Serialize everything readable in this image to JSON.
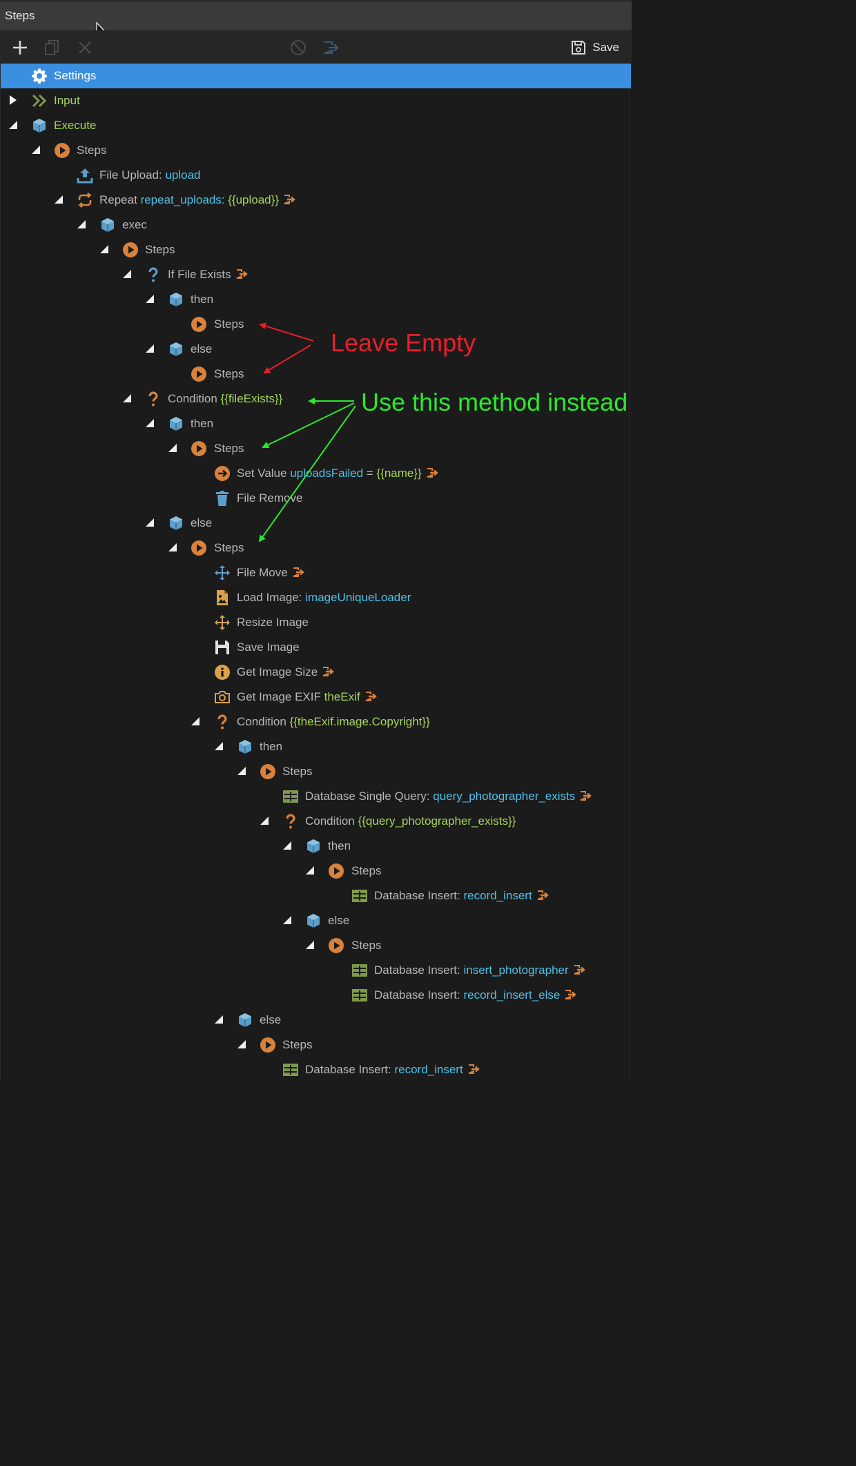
{
  "window": {
    "title": "Steps"
  },
  "toolbar": {
    "save_label": "Save"
  },
  "tree": {
    "settings": "Settings",
    "input": "Input",
    "execute": "Execute",
    "steps": "Steps",
    "file_upload_label": "File Upload:",
    "file_upload_name": "upload",
    "repeat_label": "Repeat",
    "repeat_name": "repeat_uploads:",
    "repeat_expr": "{{upload}}",
    "exec": "exec",
    "if_file_exists": "If File Exists",
    "then": "then",
    "else": "else",
    "condition": "Condition",
    "cond_file_exists": "{{fileExists}}",
    "set_value_label": "Set Value",
    "set_value_name": "uploadsFailed",
    "set_value_eq": "=",
    "set_value_expr": "{{name}}",
    "file_remove": "File Remove",
    "file_move": "File Move",
    "load_image_label": "Load Image:",
    "load_image_name": "imageUniqueLoader",
    "resize_image": "Resize Image",
    "save_image": "Save Image",
    "get_image_size": "Get Image Size",
    "get_image_exif_label": "Get Image EXIF",
    "get_image_exif_name": "theExif",
    "cond_copyright": "{{theExif.image.Copyright}}",
    "db_single_query_label": "Database Single Query:",
    "db_single_query_name": "query_photographer_exists",
    "cond_photographer": "{{query_photographer_exists}}",
    "db_insert_label": "Database Insert:",
    "record_insert": "record_insert",
    "insert_photographer": "insert_photographer",
    "record_insert_else": "record_insert_else"
  },
  "annotations": {
    "leave_empty": "Leave Empty",
    "use_method": "Use this method instead"
  },
  "colors": {
    "selected": "#3b8fe0",
    "annotation_red": "#e81f2a",
    "annotation_green": "#2de82d",
    "step_orange": "#d9823b",
    "cube_blue": "#5a9ec9",
    "db_green": "#7f9a4a"
  }
}
